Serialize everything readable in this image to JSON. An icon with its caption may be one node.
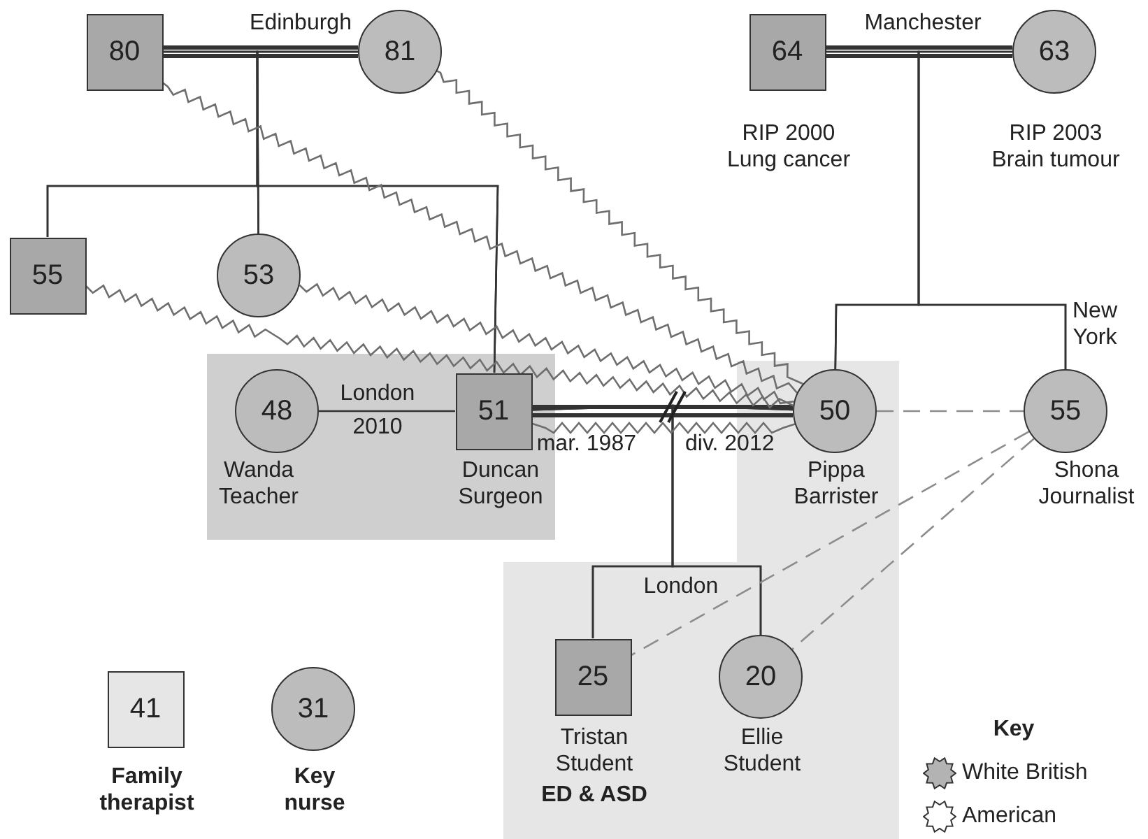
{
  "diagram": {
    "nodes": [
      {
        "text": [
          "80"
        ]
      },
      {
        "text": [
          "81"
        ]
      },
      {
        "text": [
          "64"
        ],
        "beside": [
          "RIP 2000 Lung cancer"
        ]
      },
      {
        "text": [
          "63"
        ],
        "beside": [
          "RIP 2003 Brain tumour"
        ]
      },
      {
        "text": [
          "55"
        ]
      },
      {
        "text": [
          "53"
        ]
      },
      {
        "text": [
          "48"
        ],
        "beside": [
          "Wanda Teacher"
        ]
      },
      {
        "text": [
          "51"
        ],
        "beside": [
          "Duncan Surgeon"
        ]
      },
      {
        "text": [
          "50"
        ],
        "beside": [
          "Pippa Barrister"
        ]
      },
      {
        "text": [
          "55"
        ],
        "beside": [
          "New York",
          "Shona Journalist"
        ]
      },
      {
        "text": [
          "25"
        ],
        "beside": [
          "Tristan Student",
          "ED & ASD"
        ]
      },
      {
        "text": [
          "20"
        ],
        "beside": [
          "Ellie Student"
        ]
      },
      {
        "text": [
          "41"
        ],
        "beside": [
          "Family therapist"
        ]
      },
      {
        "text": [
          "31"
        ],
        "beside": [
          "Key nurse"
        ]
      }
    ],
    "edges": [
      {
        "from": 0,
        "to": 1,
        "arrow": "none",
        "label": "Edinburgh",
        "style": "thick"
      },
      {
        "from": 2,
        "to": 3,
        "arrow": "none",
        "label": "Manchester",
        "style": "thick"
      },
      {
        "from": 0,
        "to": 4,
        "arrow": "none"
      },
      {
        "from": 0,
        "to": 5,
        "arrow": "none"
      },
      {
        "from": 0,
        "to": 7,
        "arrow": "none"
      },
      {
        "from": 1,
        "to": 4,
        "arrow": "none"
      },
      {
        "from": 1,
        "to": 5,
        "arrow": "none"
      },
      {
        "from": 1,
        "to": 7,
        "arrow": "none"
      },
      {
        "from": 2,
        "to": 8,
        "arrow": "none"
      },
      {
        "from": 2,
        "to": 9,
        "arrow": "none"
      },
      {
        "from": 3,
        "to": 8,
        "arrow": "none"
      },
      {
        "from": 3,
        "to": 9,
        "arrow": "none"
      },
      {
        "from": 6,
        "to": 7,
        "arrow": "none",
        "label": "London 2010"
      },
      {
        "from": 7,
        "to": 8,
        "arrow": "none",
        "style": "thick"
      },
      {
        "from": 7,
        "to": 10,
        "arrow": "none",
        "label": "London"
      },
      {
        "from": 7,
        "to": 11,
        "arrow": "none"
      },
      {
        "from": 8,
        "to": 10,
        "arrow": "none"
      },
      {
        "from": 8,
        "to": 11,
        "arrow": "none"
      },
      {
        "from": 8,
        "to": 9,
        "arrow": "none",
        "style": "dashed",
        "color": "#8c8c8c"
      },
      {
        "from": 9,
        "to": 10,
        "arrow": "none",
        "style": "dashed",
        "color": "#8c8c8c"
      },
      {
        "from": 9,
        "to": 11,
        "arrow": "none",
        "style": "dashed",
        "color": "#8c8c8c"
      },
      {
        "from": 0,
        "to": 8,
        "arrow": "none",
        "color": "#6e6e6e"
      },
      {
        "from": 1,
        "to": 8,
        "arrow": "none",
        "color": "#6e6e6e"
      },
      {
        "from": 4,
        "to": 8,
        "arrow": "none",
        "color": "#6e6e6e"
      },
      {
        "from": 5,
        "to": 8,
        "arrow": "none",
        "color": "#6e6e6e"
      },
      {
        "from": 7,
        "to": 8,
        "arrow": "none",
        "color": "#6e6e6e"
      }
    ],
    "labels": [
      "mar. 1987",
      "div. 2012",
      "Key"
    ],
    "legend": [
      {
        "text": "White British"
      },
      {
        "text": "American"
      }
    ]
  }
}
